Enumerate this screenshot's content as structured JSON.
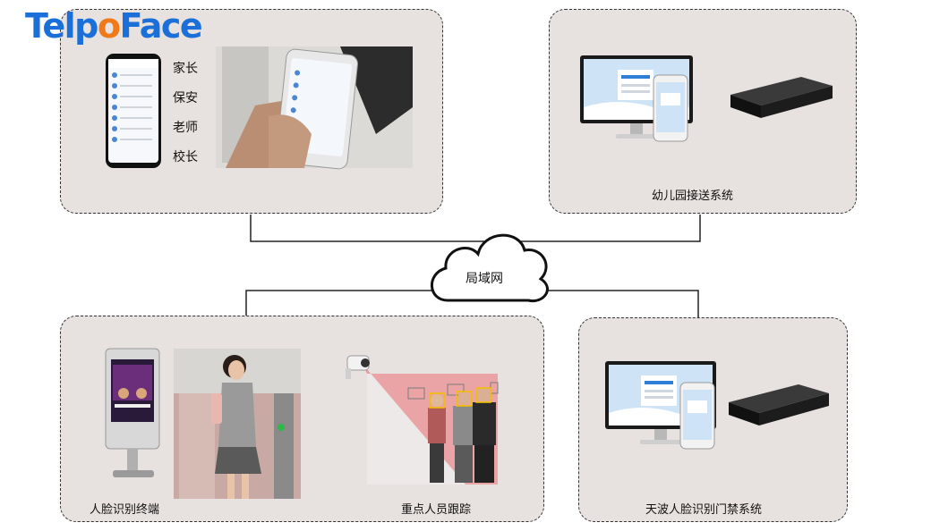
{
  "logo": {
    "part1": "Telp",
    "part2": "o",
    "part3": "Face"
  },
  "roles": [
    "家长",
    "保安",
    "老师",
    "校长"
  ],
  "labels": {
    "kindergarten_system": "幼儿园接送系统",
    "lan": "局域网",
    "face_terminal": "人脸识别终端",
    "tracking": "重点人员跟踪",
    "access_system": "天波人脸识别门禁系统"
  },
  "colors": {
    "panel_bg": "#e7e1df",
    "logo_blue": "#1a6fd8",
    "logo_orange": "#f07a1a",
    "screen_blue": "#2f7fd6",
    "laser_red": "#e8262a"
  }
}
